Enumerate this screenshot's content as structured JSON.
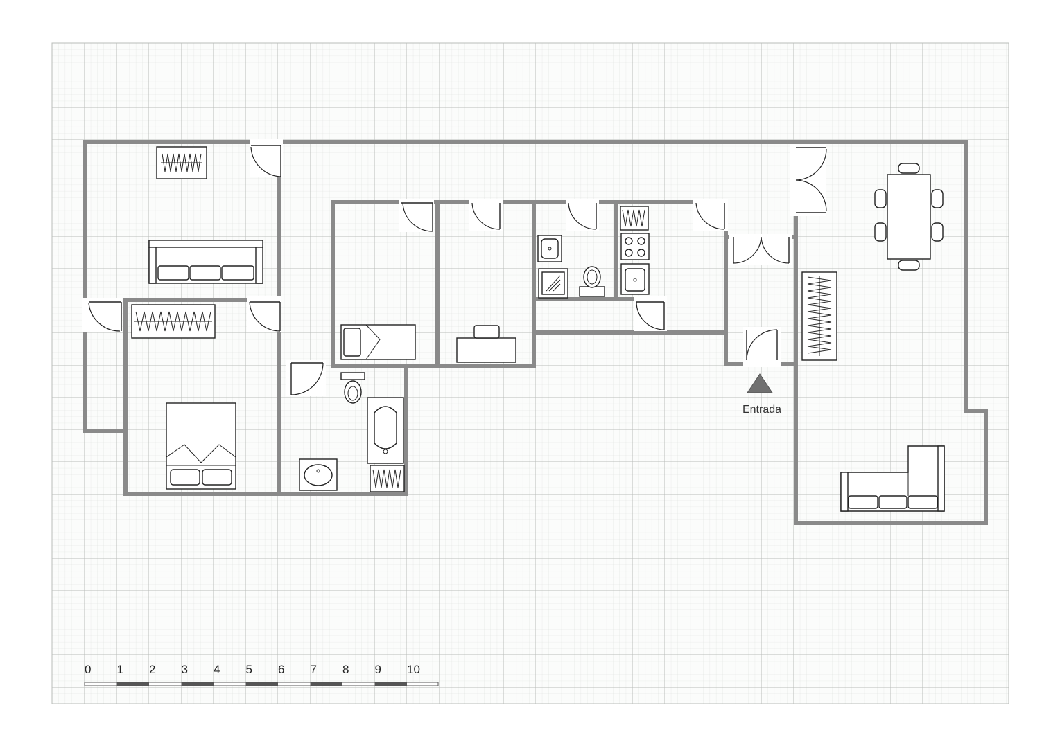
{
  "entrance_label": "Entrada",
  "scale": {
    "ticks": [
      "0",
      "1",
      "2",
      "3",
      "4",
      "5",
      "6",
      "7",
      "8",
      "9",
      "10"
    ]
  },
  "colors": {
    "wall": "#8a8a8a",
    "grid_major": "#b8bcb8",
    "grid_minor": "#dde0dd",
    "entrance_marker": "#707070"
  }
}
